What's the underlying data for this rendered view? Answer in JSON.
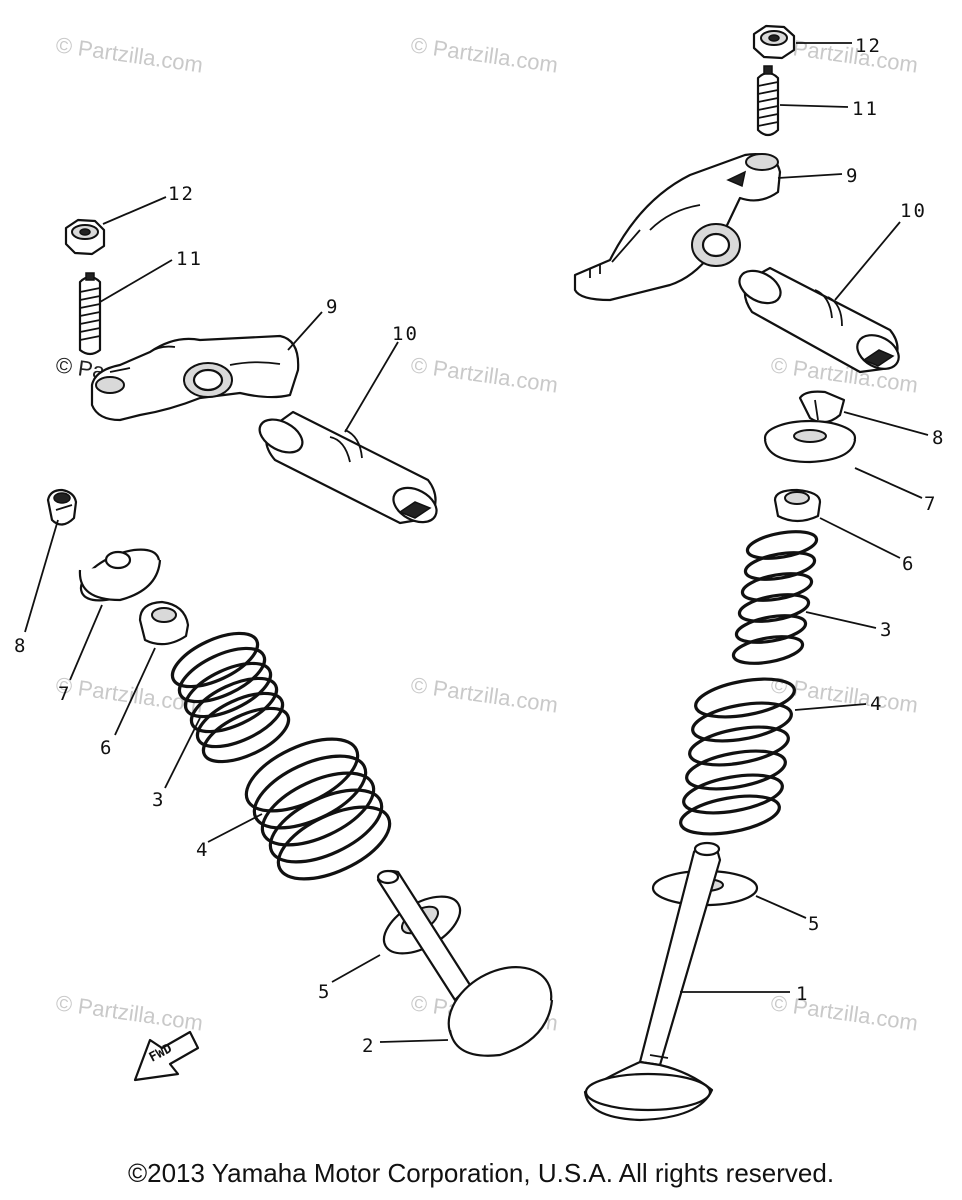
{
  "watermark": "© Partzilla.com",
  "callouts": {
    "c1": "1",
    "c2": "2",
    "c3": "3",
    "c4": "4",
    "c5": "5",
    "c6": "6",
    "c7": "7",
    "c8": "8",
    "c9": "9",
    "c10": "10",
    "c11": "11",
    "c12": "12"
  },
  "fwd_label": "FWD",
  "footer": {
    "copyright": "©2013 Yamaha Motor Corporation, U.S.A. All rights reserved."
  }
}
